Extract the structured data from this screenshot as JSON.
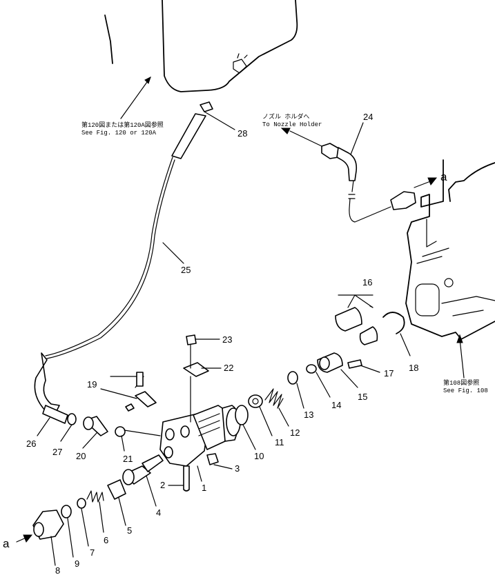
{
  "callouts": [
    {
      "id": "1",
      "label": "1"
    },
    {
      "id": "2",
      "label": "2"
    },
    {
      "id": "3",
      "label": "3"
    },
    {
      "id": "4",
      "label": "4"
    },
    {
      "id": "5",
      "label": "5"
    },
    {
      "id": "6",
      "label": "6"
    },
    {
      "id": "7",
      "label": "7"
    },
    {
      "id": "8",
      "label": "8"
    },
    {
      "id": "9",
      "label": "9"
    },
    {
      "id": "10",
      "label": "10"
    },
    {
      "id": "11",
      "label": "11"
    },
    {
      "id": "12",
      "label": "12"
    },
    {
      "id": "13",
      "label": "13"
    },
    {
      "id": "14",
      "label": "14"
    },
    {
      "id": "15",
      "label": "15"
    },
    {
      "id": "16",
      "label": "16"
    },
    {
      "id": "17",
      "label": "17"
    },
    {
      "id": "18",
      "label": "18"
    },
    {
      "id": "19",
      "label": "19"
    },
    {
      "id": "20",
      "label": "20"
    },
    {
      "id": "21",
      "label": "21"
    },
    {
      "id": "22",
      "label": "22"
    },
    {
      "id": "23",
      "label": "23"
    },
    {
      "id": "24",
      "label": "24"
    },
    {
      "id": "25",
      "label": "25"
    },
    {
      "id": "26",
      "label": "26"
    },
    {
      "id": "27",
      "label": "27"
    },
    {
      "id": "28",
      "label": "28"
    }
  ],
  "notes": {
    "fig120_jp": "第120図または第120A図参照",
    "fig120_en": "See Fig. 120 or 120A",
    "nozzle_jp": "ノズル ホルダへ",
    "nozzle_en": "To Nozzle Holder",
    "fig108_jp": "第108図参照",
    "fig108_en": "See Fig. 108"
  },
  "connection_marker": "a"
}
